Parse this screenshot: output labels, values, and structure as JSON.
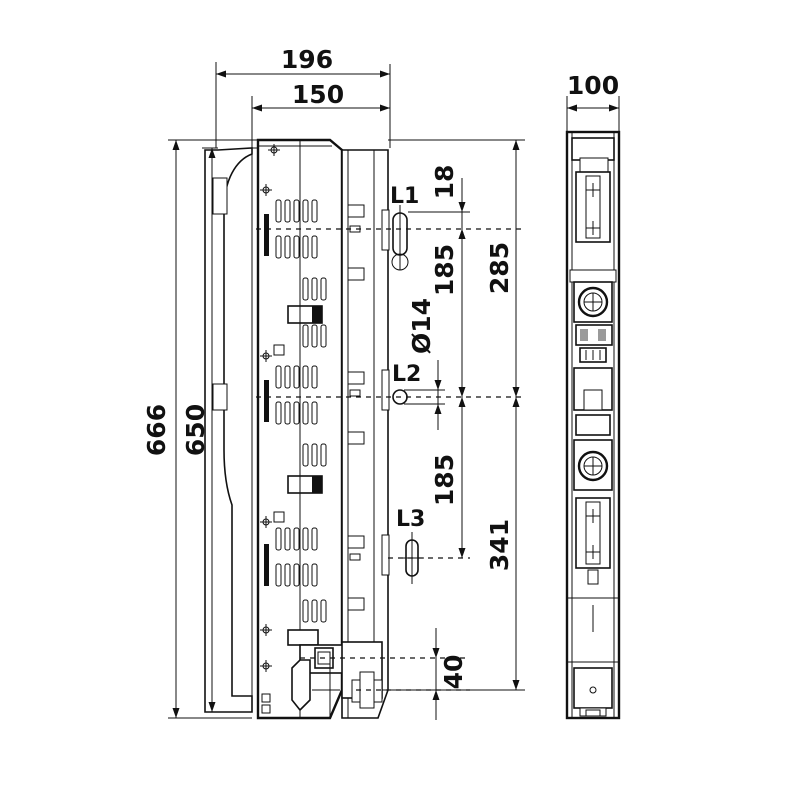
{
  "dimensions": {
    "overall_depth": "196",
    "body_depth": "150",
    "side_width": "100",
    "total_height": "666",
    "body_height": "650",
    "hole_offset": "18",
    "pitch_1": "185",
    "pitch_2": "185",
    "to_l2": "285",
    "to_l3": "341",
    "hole_diameter": "Ø14",
    "bottom_offset": "40"
  },
  "phases": {
    "l1": "L1",
    "l2": "L2",
    "l3": "L3"
  }
}
